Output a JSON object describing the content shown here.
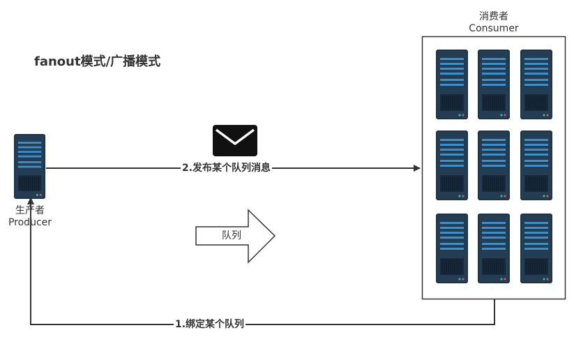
{
  "title": "fanout模式/广播模式",
  "producer": {
    "label_cn": "生产者",
    "label_en": "Producer"
  },
  "consumer": {
    "label_cn": "消费者",
    "label_en": "Consumer"
  },
  "edges": {
    "publish": "2.发布某个队列消息",
    "bind": "1.绑定某个队列"
  },
  "queue_label": "队列",
  "icons": {
    "message": "envelope-icon",
    "server": "server-icon",
    "queue": "right-arrow-icon"
  },
  "colors": {
    "server_body": "#1f3547",
    "server_dark": "#17293a",
    "server_bar": "#3d8fc9",
    "line": "#333333"
  }
}
